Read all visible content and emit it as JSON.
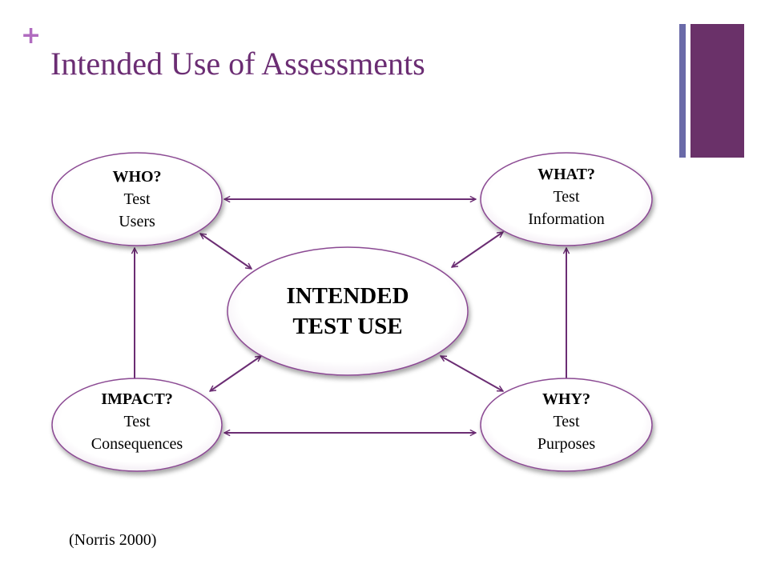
{
  "slide": {
    "plus_symbol": "+",
    "title": "Intended Use of Assessments",
    "citation": "(Norris 2000)"
  },
  "colors": {
    "accent": "#b06bbf",
    "title": "#6b2d73",
    "bar_thin": "#6a6aa8",
    "bar_thick": "#6a3169",
    "node_stroke": "#8b4a93",
    "arrow": "#6b2d73"
  },
  "diagram": {
    "center": {
      "line1": "INTENDED",
      "line2": "TEST USE"
    },
    "who": {
      "question": "WHO?",
      "line1": "Test",
      "line2": "Users"
    },
    "what": {
      "question": "WHAT?",
      "line1": "Test",
      "line2": "Information"
    },
    "impact": {
      "question": "IMPACT?",
      "line1": "Test",
      "line2": "Consequences"
    },
    "why": {
      "question": "WHY?",
      "line1": "Test",
      "line2": "Purposes"
    }
  }
}
